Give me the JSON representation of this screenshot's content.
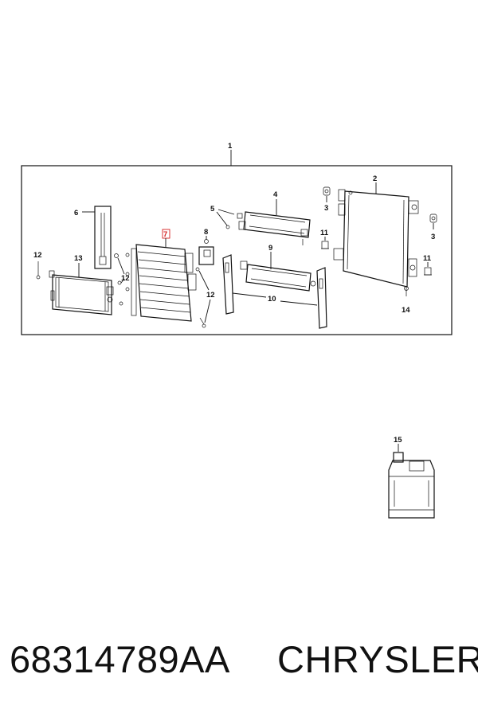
{
  "callouts": {
    "c1": "1",
    "c2": "2",
    "c3a": "3",
    "c3b": "3",
    "c4": "4",
    "c5": "5",
    "c6": "6",
    "c7": "7",
    "c8": "8",
    "c9": "9",
    "c10": "10",
    "c11a": "11",
    "c11b": "11",
    "c12a": "12",
    "c12b": "12",
    "c12c": "12",
    "c13": "13",
    "c14": "14",
    "c15": "15"
  },
  "highlight_color": "#d42020",
  "footer": {
    "part_number": "68314789AA",
    "brand": "CHRYSLER"
  }
}
